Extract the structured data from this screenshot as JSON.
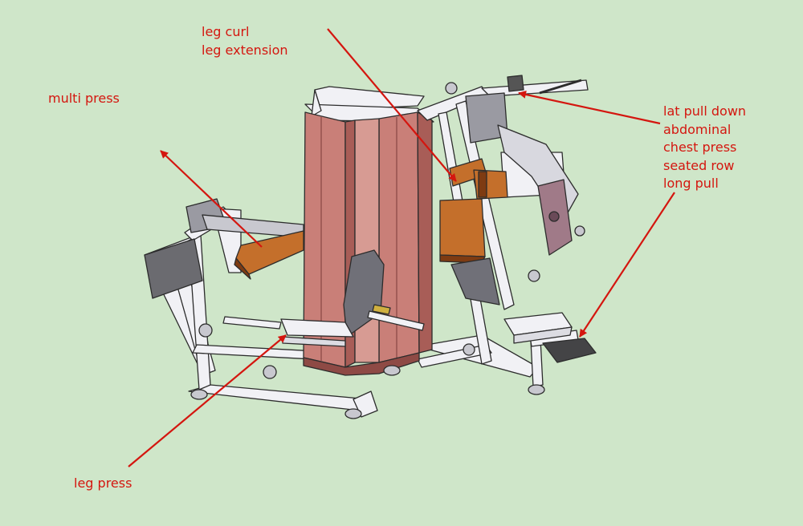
{
  "labels": {
    "leg_curl": [
      "leg curl",
      "leg extension"
    ],
    "multi_press": [
      "multi press"
    ],
    "lat_pull": [
      "lat pull down",
      "abdominal",
      "chest press",
      "seated row",
      "long pull"
    ],
    "leg_press": [
      "leg press"
    ]
  },
  "colors": {
    "background": "#cfe6c9",
    "annotation": "#d4160f",
    "frame": "#f1f1f5",
    "frame_stroke": "#2c2c2c",
    "weight_tower": "#c97f78",
    "weight_tower_dark": "#a85d57",
    "pad": "#c46f2b",
    "pad_dark": "#7e3b12",
    "cushion": "#707078",
    "foot_plate": "#444446",
    "cam": "#a07a88"
  }
}
